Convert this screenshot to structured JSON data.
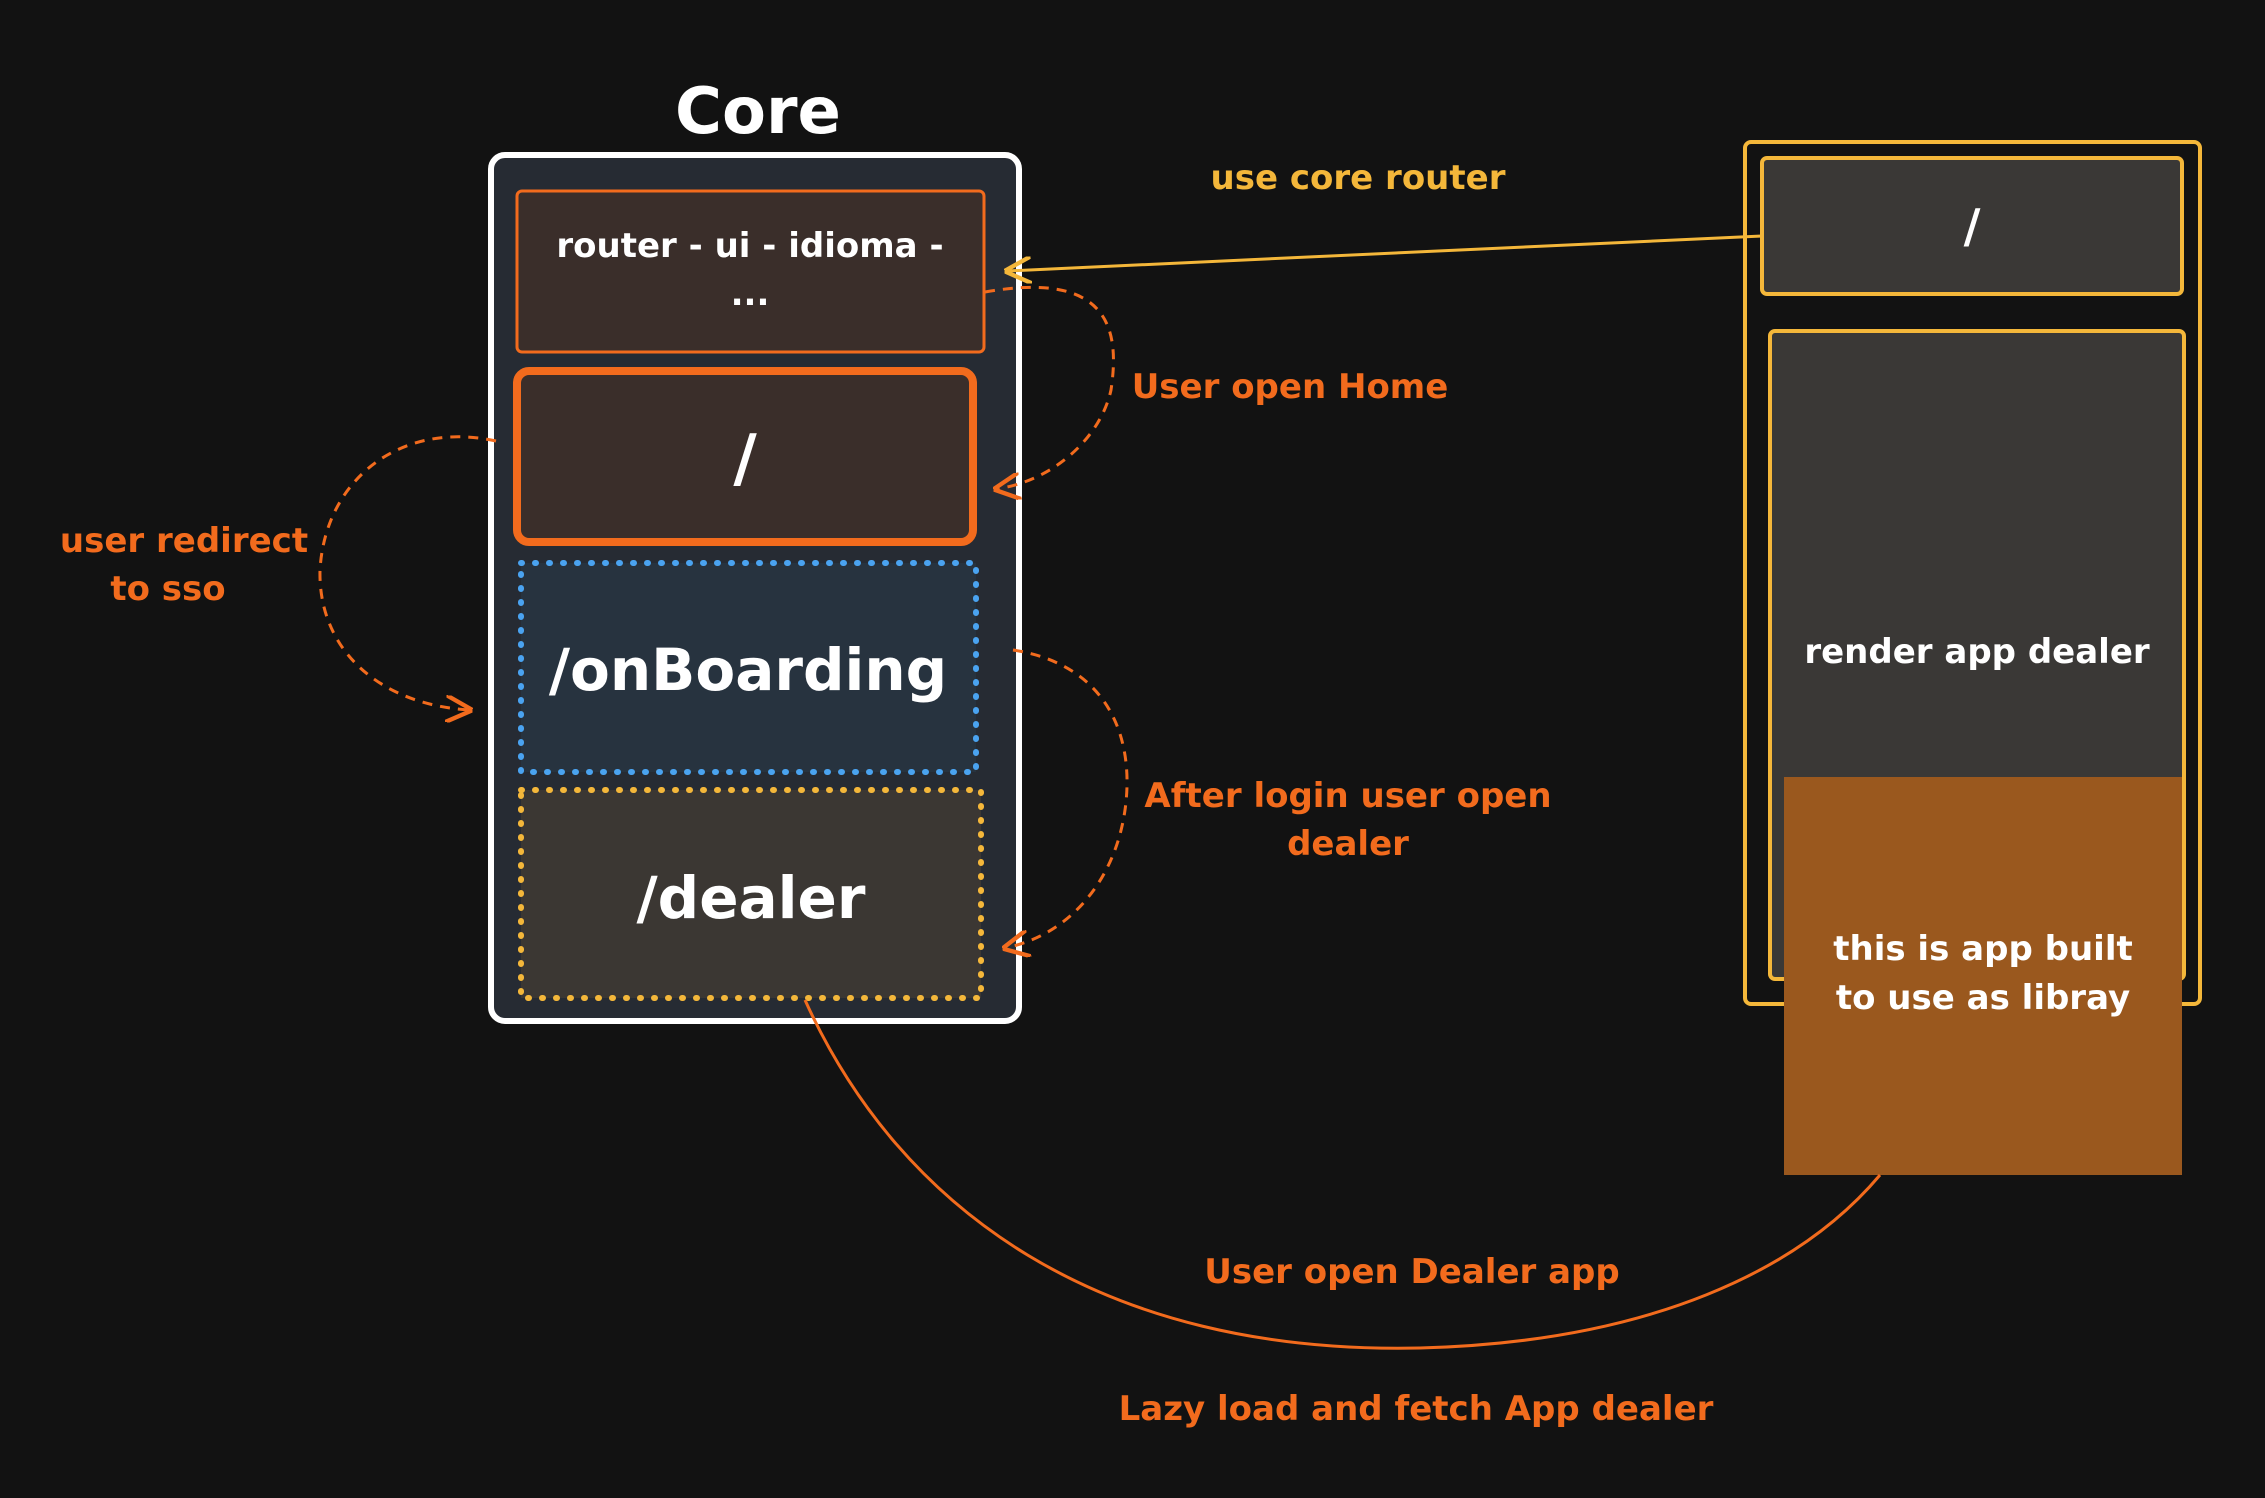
{
  "core": {
    "title": "Core",
    "deps_line1": "router - ui - idioma -",
    "deps_line2": "...",
    "route_root": "/",
    "route_onboarding": "/onBoarding",
    "route_dealer": "/dealer"
  },
  "dealer_app": {
    "route_root": "/",
    "render_label": "render app dealer",
    "library_line1": "this is app built",
    "library_line2": "to use as libray"
  },
  "annotations": {
    "use_core_router": "use core router",
    "user_open_home": "User open Home",
    "user_redirect_line1": "user redirect",
    "user_redirect_line2": "to sso",
    "after_login_line1": "After login user open",
    "after_login_line2": "dealer",
    "user_open_dealer_app": "User open Dealer app",
    "lazy_load": "Lazy load and fetch App dealer"
  },
  "colors": {
    "background": "#121212",
    "orange": "#f26b1d",
    "yellow": "#f4b73a",
    "blue_dotted": "#4aa3f0",
    "white": "#ffffff",
    "library_box": "#9a581e"
  }
}
